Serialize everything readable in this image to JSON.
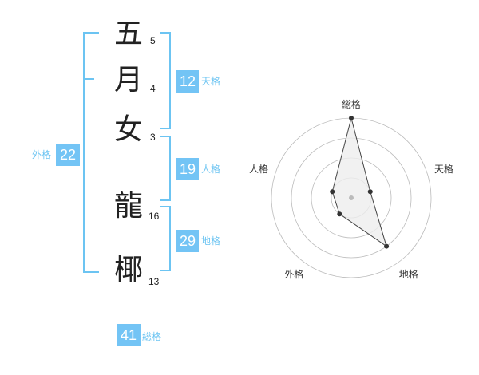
{
  "name": {
    "characters": [
      {
        "char": "五",
        "strokes": "5"
      },
      {
        "char": "月",
        "strokes": "4"
      },
      {
        "char": "女",
        "strokes": "3"
      },
      {
        "char": "龍",
        "strokes": "16"
      },
      {
        "char": "椰",
        "strokes": "13"
      }
    ]
  },
  "scores": {
    "tenkaku": {
      "value": "12",
      "label": "天格"
    },
    "jinkaku": {
      "value": "19",
      "label": "人格"
    },
    "chikaku": {
      "value": "29",
      "label": "地格"
    },
    "gaikaku": {
      "value": "22",
      "label": "外格"
    },
    "soukaku": {
      "value": "41",
      "label": "総格"
    }
  },
  "radar": {
    "axes": [
      "総格",
      "天格",
      "地格",
      "外格",
      "人格"
    ],
    "rings": 4,
    "values": [
      4,
      1,
      3,
      1,
      1
    ],
    "max": 4,
    "colors": {
      "fill": "#eeeeee",
      "line": "#444444",
      "dot": "#333333",
      "ring": "#bbbbbb",
      "center": "#bbbbbb"
    }
  }
}
